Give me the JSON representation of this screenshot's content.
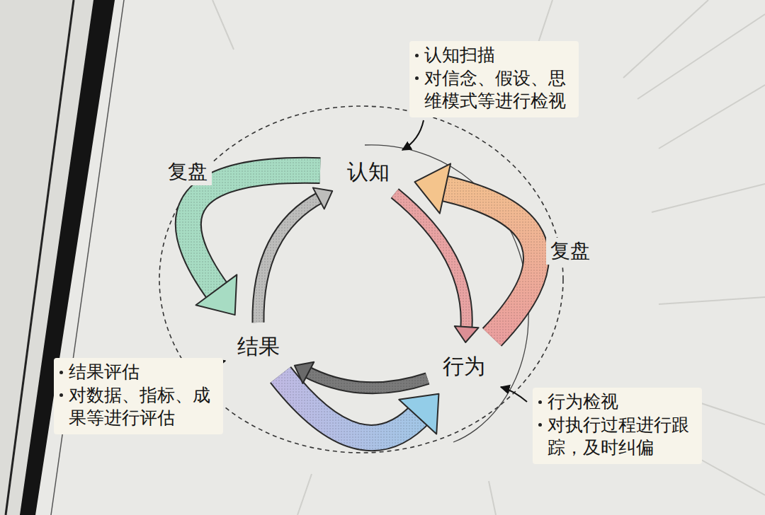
{
  "diagram": {
    "nodes": [
      {
        "text": [
          "认知"
        ]
      },
      {
        "text": [
          "结果"
        ]
      },
      {
        "text": [
          "行为"
        ]
      }
    ],
    "edges": [
      {
        "from": 0,
        "to": 1,
        "arrow": "to"
      },
      {
        "from": 1,
        "to": 2,
        "arrow": "to"
      },
      {
        "from": 2,
        "to": 0,
        "arrow": "to"
      },
      {
        "from": 1,
        "to": 0,
        "arrow": "to"
      },
      {
        "from": 0,
        "to": 2,
        "arrow": "to"
      },
      {
        "from": 2,
        "to": 1,
        "arrow": "to"
      }
    ],
    "labels": [
      "认知扫描",
      "对信念、假设、思维模式等进行检视",
      "复盘",
      "复盘",
      "结果评估",
      "对数据、指标、成果等进行评估",
      "行为检视",
      "对执行过程进行跟踪，及时纠偏"
    ]
  }
}
